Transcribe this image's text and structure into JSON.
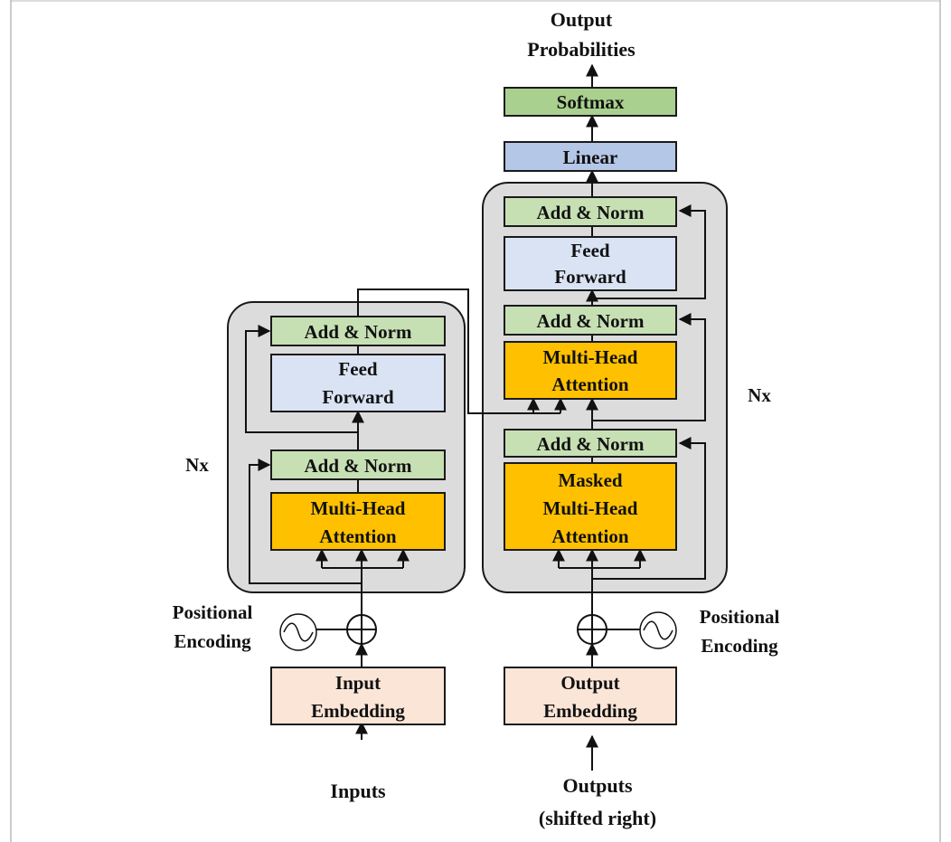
{
  "output_probabilities": [
    "Output",
    "Probabilities"
  ],
  "softmax": "Softmax",
  "linear": "Linear",
  "add_norm": "Add & Norm",
  "feed_forward": [
    "Feed",
    "Forward"
  ],
  "multi_head_attention": [
    "Multi-Head",
    "Attention"
  ],
  "masked_multi_head_attention": [
    "Masked",
    "Multi-Head",
    "Attention"
  ],
  "nx": "Nx",
  "positional_encoding": [
    "Positional",
    "Encoding"
  ],
  "input_embedding": [
    "Input",
    "Embedding"
  ],
  "output_embedding": [
    "Output",
    "Embedding"
  ],
  "inputs": "Inputs",
  "outputs": [
    "Outputs",
    "(shifted right)"
  ],
  "colors": {
    "container_fill": "#dcdcdc",
    "add_norm_fill": "#c6e0b4",
    "softmax_fill": "#a9d08e",
    "linear_fill": "#b4c7e7",
    "feed_forward_fill": "#dae3f3",
    "attention_fill": "#ffc000",
    "embedding_fill": "#fbe5d6"
  }
}
